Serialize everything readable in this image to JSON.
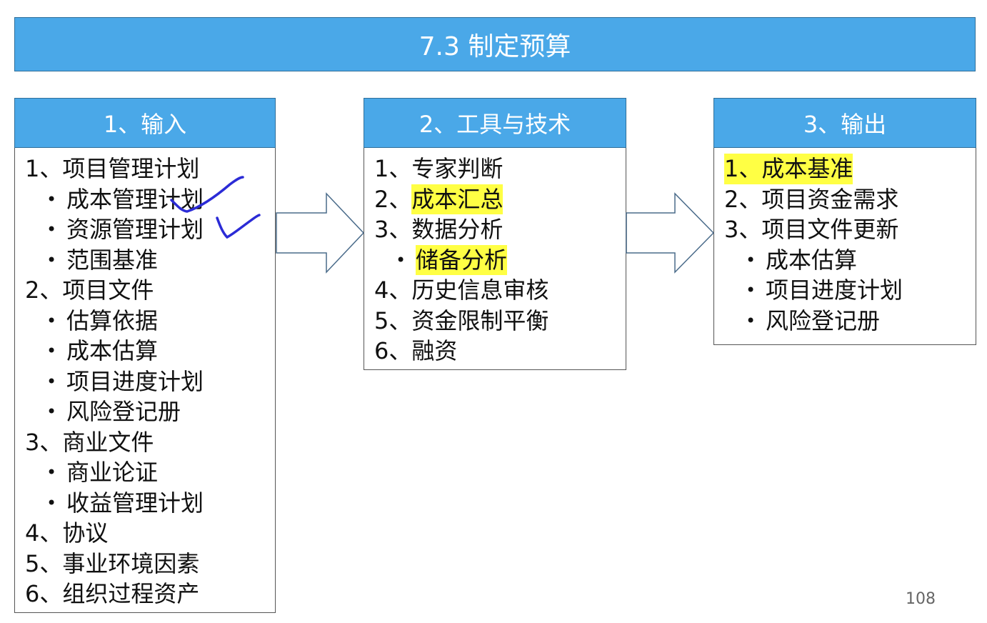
{
  "title": "7.3  制定预算",
  "colors": {
    "header_fill": "#4aa8e8",
    "highlight": "#ffff44",
    "pen": "#2b2bd6"
  },
  "panels": {
    "inputs": {
      "header": "1、输入",
      "items": [
        {
          "text": "1、项目管理计划",
          "sub": false
        },
        {
          "text": "成本管理计划",
          "sub": true
        },
        {
          "text": "资源管理计划",
          "sub": true
        },
        {
          "text": "范围基准",
          "sub": true
        },
        {
          "text": "2、项目文件",
          "sub": false
        },
        {
          "text": "估算依据",
          "sub": true
        },
        {
          "text": "成本估算",
          "sub": true
        },
        {
          "text": "项目进度计划",
          "sub": true
        },
        {
          "text": "风险登记册",
          "sub": true
        },
        {
          "text": "3、商业文件",
          "sub": false
        },
        {
          "text": "商业论证",
          "sub": true
        },
        {
          "text": "收益管理计划",
          "sub": true
        },
        {
          "text": "4、协议",
          "sub": false
        },
        {
          "text": "5、事业环境因素",
          "sub": false
        },
        {
          "text": "6、组织过程资产",
          "sub": false
        }
      ]
    },
    "tools": {
      "header": "2、工具与技术",
      "items": [
        {
          "text": "1、专家判断",
          "sub": false
        },
        {
          "prefix": "2、",
          "text": "成本汇总",
          "sub": false,
          "highlight": true
        },
        {
          "text": "3、数据分析",
          "sub": false
        },
        {
          "text": "储备分析",
          "sub": true,
          "highlight": true
        },
        {
          "text": "4、历史信息审核",
          "sub": false
        },
        {
          "text": "5、资金限制平衡",
          "sub": false
        },
        {
          "text": "6、融资",
          "sub": false
        }
      ]
    },
    "outputs": {
      "header": "3、输出",
      "items": [
        {
          "text": "1、成本基准",
          "sub": false,
          "highlight": true
        },
        {
          "text": "2、项目资金需求",
          "sub": false
        },
        {
          "text": "3、项目文件更新",
          "sub": false
        },
        {
          "text": "成本估算",
          "sub": true
        },
        {
          "text": "项目进度计划",
          "sub": true
        },
        {
          "text": "风险登记册",
          "sub": true
        }
      ]
    }
  },
  "page_number": "108"
}
